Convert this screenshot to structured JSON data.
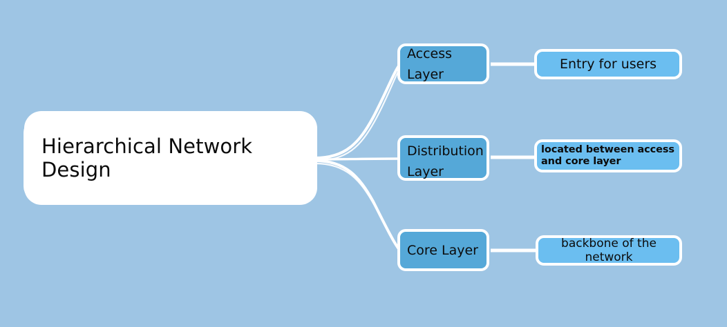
{
  "diagram": {
    "type": "mind-map",
    "background_color": "#9ec5e4",
    "root": {
      "label": "Hierarchical Network Design",
      "fill_color": "#ffffff",
      "text_color": "#0b0b0b"
    },
    "branch_style": {
      "fill_color": "#55a8d8",
      "border_color": "#ffffff",
      "text_color": "#0b0b0b"
    },
    "leaf_style": {
      "fill_color": "#6bbef0",
      "border_color": "#ffffff",
      "text_color": "#0b0b0b"
    },
    "connector_color": "#ffffff",
    "branches": [
      {
        "label": "Access Layer",
        "leaf": "Entry for users"
      },
      {
        "label": "Distribution Layer",
        "leaf": "located between access and core layer"
      },
      {
        "label": "Core Layer",
        "leaf": "backbone of the network"
      }
    ]
  }
}
